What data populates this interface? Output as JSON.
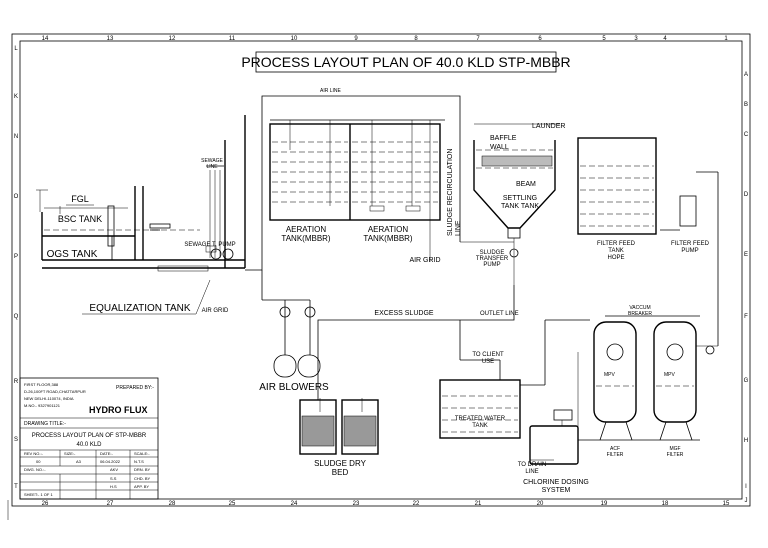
{
  "title": "PROCESS LAYOUT PLAN OF 40.0 KLD STP-MBBR",
  "frame": {
    "top_numbers": [
      "14",
      "13",
      "12",
      "11",
      "10",
      "9",
      "8",
      "7",
      "6",
      "5",
      "3",
      "4",
      "1"
    ],
    "bottom_numbers": [
      "26",
      "27",
      "28",
      "25",
      "24",
      "23",
      "22",
      "21",
      "20",
      "19",
      "18",
      "15"
    ],
    "left_letters": [
      "L",
      "K",
      "N",
      "O",
      "P",
      "Q",
      "R",
      "S",
      "T"
    ],
    "right_letters": [
      "A",
      "B",
      "C",
      "D",
      "E",
      "F",
      "G",
      "H",
      "I",
      "J"
    ]
  },
  "labels": {
    "fgl": "FGL",
    "bsc_tank": "BSC TANK",
    "ogs_tank": "OGS TANK",
    "sewage_line": "SEWAGE\nLINE",
    "sewage_pump": "SEWAGE T. PUMP",
    "equalization_tank": "EQUALIZATION TANK",
    "air_grid_1": "AIR GRID",
    "air_blowers": "AIR BLOWERS",
    "aeration_1": "AERATION\nTANK(MBBR)",
    "aeration_2": "AERATION\nTANK(MBBR)",
    "air_grid_2": "AIR GRID",
    "air_line": "AIR LINE",
    "sludge_recirculation": "SLUDGE RECIRCULATION\nLINE",
    "launder": "LAUNDER",
    "baffle_wall": "BAFFLE\nWALL",
    "beam": "BEAM",
    "settling_tank": "SETTLING\nTANK TANK",
    "sludge_transfer_pump": "SLUDGE\nTRANSFER\nPUMP",
    "filter_feed_tank": "FILTER FEED\nTANK\nHOPE",
    "filter_feed_pump": "FILTER FEED\nPUMP",
    "excess_sludge": "EXCESS SLUDGE",
    "outlet_line": "OUTLET LINE",
    "vacuum_breaker": "VACCUM\nBREAKER",
    "to_client_use": "TO CLIENT\nUSE",
    "treated_water_tank": "TREATED WATER\nTANK",
    "mpv_1": "MPV",
    "mpv_2": "MPV",
    "acf_filter": "ACF\nFILTER",
    "mgf_filter": "MGF\nFILTER",
    "to_drain_line": "TO DRAIN\nLINE",
    "chlorine_dosing": "CHLORINE DOSING\nSYSTEM",
    "sludge_dry_bed": "SLUDGE DRY\nBED"
  },
  "title_block": {
    "address": [
      "FIRST FLOOR,388",
      "D-26,100FT ROAD,CHATTARPUR",
      "NEW DELHI-110074, INDIA",
      "M.NO.- 9327901121"
    ],
    "prepared_by": "PREPARED BY:-",
    "logo_text": "HYDRO FLUX",
    "drawing_title_label": "DRAWING TITLE:-",
    "drawing_title": "PROCESS LAYOUT PLAN OF STP-MBBR",
    "capacity": "40.0 KLD",
    "rev_no_label": "REV NO.:-",
    "rev_no": "00",
    "size_label": "SIZE:-",
    "size": "A3",
    "date_label": "DATE:-",
    "date": "06.04.2022",
    "scale_label": "SCALE:-",
    "scale": "N.T.S",
    "dwg_no_label": "DWG. NO.:-",
    "initials": [
      "AKV",
      "S.S",
      "H.S"
    ],
    "roles": [
      "DRN. BY",
      "CHD. BY",
      "APP. BY"
    ],
    "sheet": "SHEET:- 1 OF 1"
  }
}
